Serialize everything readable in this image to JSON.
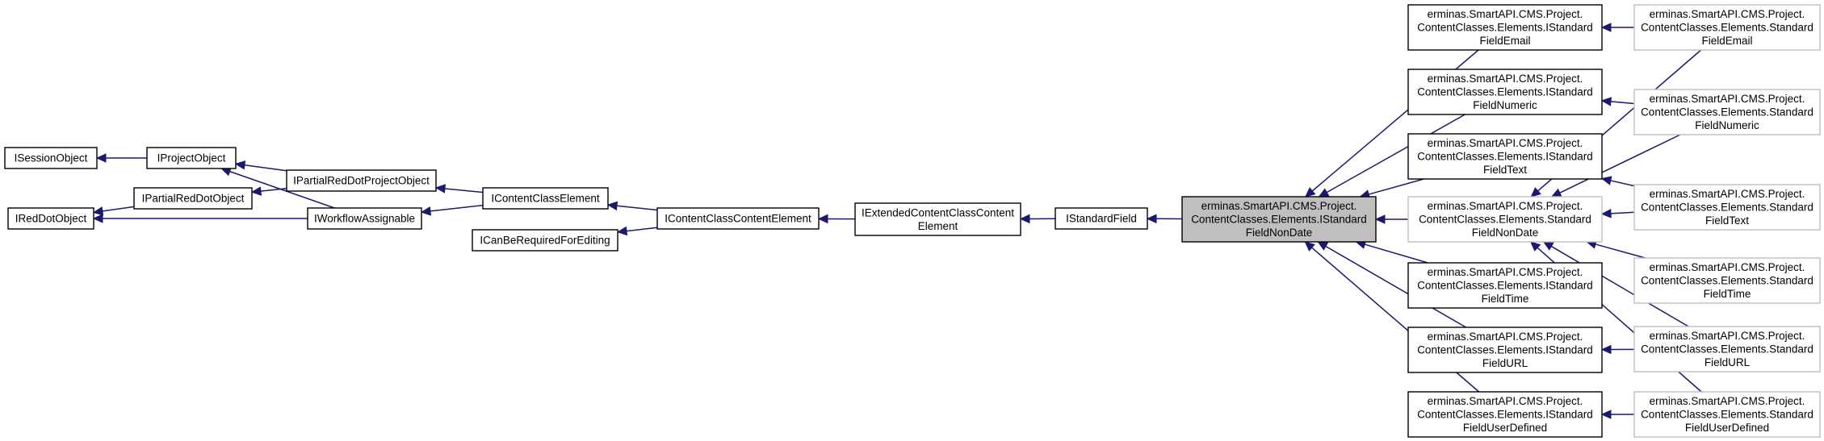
{
  "colors": {
    "edge": "#191970",
    "node_border": "#000000",
    "node_border_light": "#bfbfbf",
    "node_fill": "#ffffff",
    "highlight_fill": "#bfbfbf"
  },
  "nodes": [
    {
      "id": "isessionobject",
      "lines": [
        "ISessionObject"
      ]
    },
    {
      "id": "iprojectobject",
      "lines": [
        "IProjectObject"
      ]
    },
    {
      "id": "ireddotobject",
      "lines": [
        "IRedDotObject"
      ]
    },
    {
      "id": "ipartialreddotobject",
      "lines": [
        "IPartialRedDotObject"
      ]
    },
    {
      "id": "ipartialreddotprojectobject",
      "lines": [
        "IPartialRedDotProjectObject"
      ]
    },
    {
      "id": "iworkflowassignable",
      "lines": [
        "IWorkflowAssignable"
      ]
    },
    {
      "id": "icontentclasselement",
      "lines": [
        "IContentClassElement"
      ]
    },
    {
      "id": "icanberequiredforediting",
      "lines": [
        "ICanBeRequiredForEditing"
      ]
    },
    {
      "id": "icontentclasscontentelement",
      "lines": [
        "IContentClassContentElement"
      ]
    },
    {
      "id": "iextendedcontentclasscontentelement",
      "lines": [
        "IExtendedContentClassContent",
        "Element"
      ]
    },
    {
      "id": "istandardfield",
      "lines": [
        "IStandardField"
      ]
    },
    {
      "id": "istandardfieldnondate",
      "lines": [
        "erminas.SmartAPI.CMS.Project.",
        "ContentClasses.Elements.IStandard",
        "FieldNonDate"
      ]
    },
    {
      "id": "istandardfieldemail",
      "lines": [
        "erminas.SmartAPI.CMS.Project.",
        "ContentClasses.Elements.IStandard",
        "FieldEmail"
      ]
    },
    {
      "id": "istandardfieldnumeric",
      "lines": [
        "erminas.SmartAPI.CMS.Project.",
        "ContentClasses.Elements.IStandard",
        "FieldNumeric"
      ]
    },
    {
      "id": "istandardfieldtext",
      "lines": [
        "erminas.SmartAPI.CMS.Project.",
        "ContentClasses.Elements.IStandard",
        "FieldText"
      ]
    },
    {
      "id": "standardfieldnondate",
      "lines": [
        "erminas.SmartAPI.CMS.Project.",
        "ContentClasses.Elements.Standard",
        "FieldNonDate"
      ]
    },
    {
      "id": "istandardfieldtime",
      "lines": [
        "erminas.SmartAPI.CMS.Project.",
        "ContentClasses.Elements.IStandard",
        "FieldTime"
      ]
    },
    {
      "id": "istandardfieldurl",
      "lines": [
        "erminas.SmartAPI.CMS.Project.",
        "ContentClasses.Elements.IStandard",
        "FieldURL"
      ]
    },
    {
      "id": "istandardfielduserdefined",
      "lines": [
        "erminas.SmartAPI.CMS.Project.",
        "ContentClasses.Elements.IStandard",
        "FieldUserDefined"
      ]
    },
    {
      "id": "standardfieldemail",
      "lines": [
        "erminas.SmartAPI.CMS.Project.",
        "ContentClasses.Elements.Standard",
        "FieldEmail"
      ]
    },
    {
      "id": "standardfieldnumeric",
      "lines": [
        "erminas.SmartAPI.CMS.Project.",
        "ContentClasses.Elements.Standard",
        "FieldNumeric"
      ]
    },
    {
      "id": "standardfieldtext",
      "lines": [
        "erminas.SmartAPI.CMS.Project.",
        "ContentClasses.Elements.Standard",
        "FieldText"
      ]
    },
    {
      "id": "standardfieldtime",
      "lines": [
        "erminas.SmartAPI.CMS.Project.",
        "ContentClasses.Elements.Standard",
        "FieldTime"
      ]
    },
    {
      "id": "standardfieldurl",
      "lines": [
        "erminas.SmartAPI.CMS.Project.",
        "ContentClasses.Elements.Standard",
        "FieldURL"
      ]
    },
    {
      "id": "standardfielduserdefined",
      "lines": [
        "erminas.SmartAPI.CMS.Project.",
        "ContentClasses.Elements.Standard",
        "FieldUserDefined"
      ]
    }
  ],
  "edges": [
    {
      "from": "iprojectobject",
      "to": "isessionobject"
    },
    {
      "from": "ipartialreddotprojectobject",
      "to": "iprojectobject"
    },
    {
      "from": "iworkflowassignable",
      "to": "iprojectobject"
    },
    {
      "from": "ipartialreddotobject",
      "to": "ireddotobject"
    },
    {
      "from": "iworkflowassignable",
      "to": "ireddotobject"
    },
    {
      "from": "ipartialreddotprojectobject",
      "to": "ipartialreddotobject"
    },
    {
      "from": "icontentclasselement",
      "to": "ipartialreddotprojectobject"
    },
    {
      "from": "icontentclasselement",
      "to": "iworkflowassignable"
    },
    {
      "from": "icontentclasscontentelement",
      "to": "icontentclasselement"
    },
    {
      "from": "icontentclasscontentelement",
      "to": "icanberequiredforediting"
    },
    {
      "from": "iextendedcontentclasscontentelement",
      "to": "icontentclasscontentelement"
    },
    {
      "from": "istandardfield",
      "to": "iextendedcontentclasscontentelement"
    },
    {
      "from": "istandardfieldnondate",
      "to": "istandardfield"
    },
    {
      "from": "istandardfieldemail",
      "to": "istandardfieldnondate"
    },
    {
      "from": "istandardfieldnumeric",
      "to": "istandardfieldnondate"
    },
    {
      "from": "istandardfieldtext",
      "to": "istandardfieldnondate"
    },
    {
      "from": "standardfieldnondate",
      "to": "istandardfieldnondate"
    },
    {
      "from": "istandardfieldtime",
      "to": "istandardfieldnondate"
    },
    {
      "from": "istandardfieldurl",
      "to": "istandardfieldnondate"
    },
    {
      "from": "istandardfielduserdefined",
      "to": "istandardfieldnondate"
    },
    {
      "from": "standardfieldemail",
      "to": "istandardfieldemail"
    },
    {
      "from": "standardfieldnumeric",
      "to": "istandardfieldnumeric"
    },
    {
      "from": "standardfieldtext",
      "to": "istandardfieldtext"
    },
    {
      "from": "standardfieldurl",
      "to": "istandardfieldurl"
    },
    {
      "from": "standardfielduserdefined",
      "to": "istandardfielduserdefined"
    },
    {
      "from": "standardfieldemail",
      "to": "standardfieldnondate"
    },
    {
      "from": "standardfieldnumeric",
      "to": "standardfieldnondate"
    },
    {
      "from": "standardfieldtext",
      "to": "standardfieldnondate"
    },
    {
      "from": "standardfieldtime",
      "to": "standardfieldnondate"
    },
    {
      "from": "standardfieldurl",
      "to": "standardfieldnondate"
    },
    {
      "from": "standardfielduserdefined",
      "to": "standardfieldnondate"
    }
  ]
}
